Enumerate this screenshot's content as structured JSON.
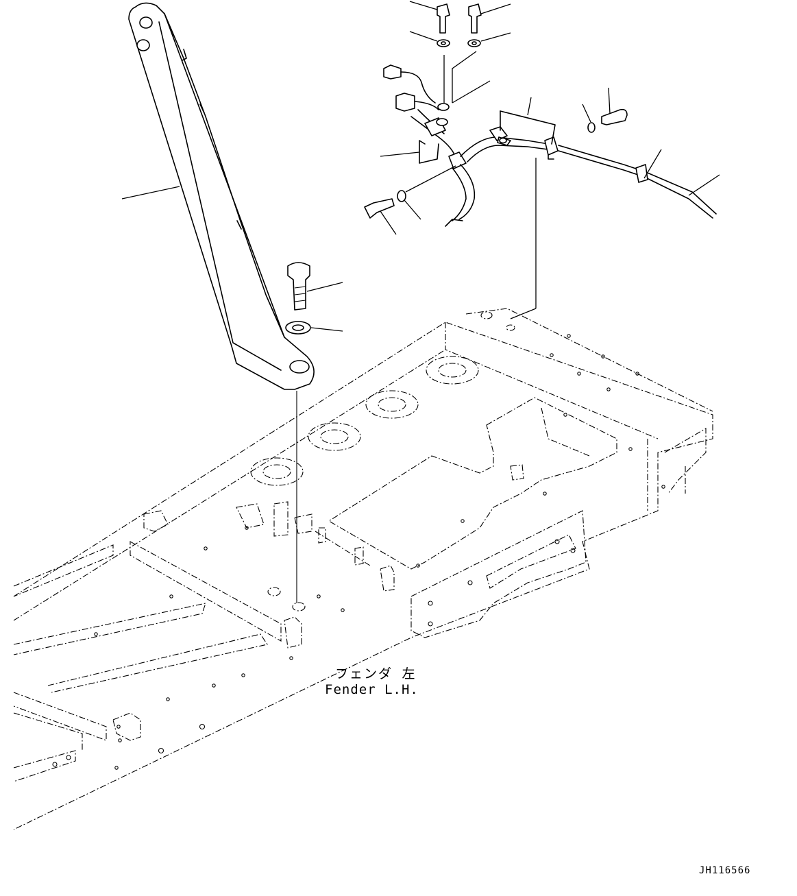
{
  "figure": {
    "callout_text_jp": "フェンダ 左",
    "callout_text_en": "Fender L.H.",
    "drawing_number": "JH116566"
  }
}
